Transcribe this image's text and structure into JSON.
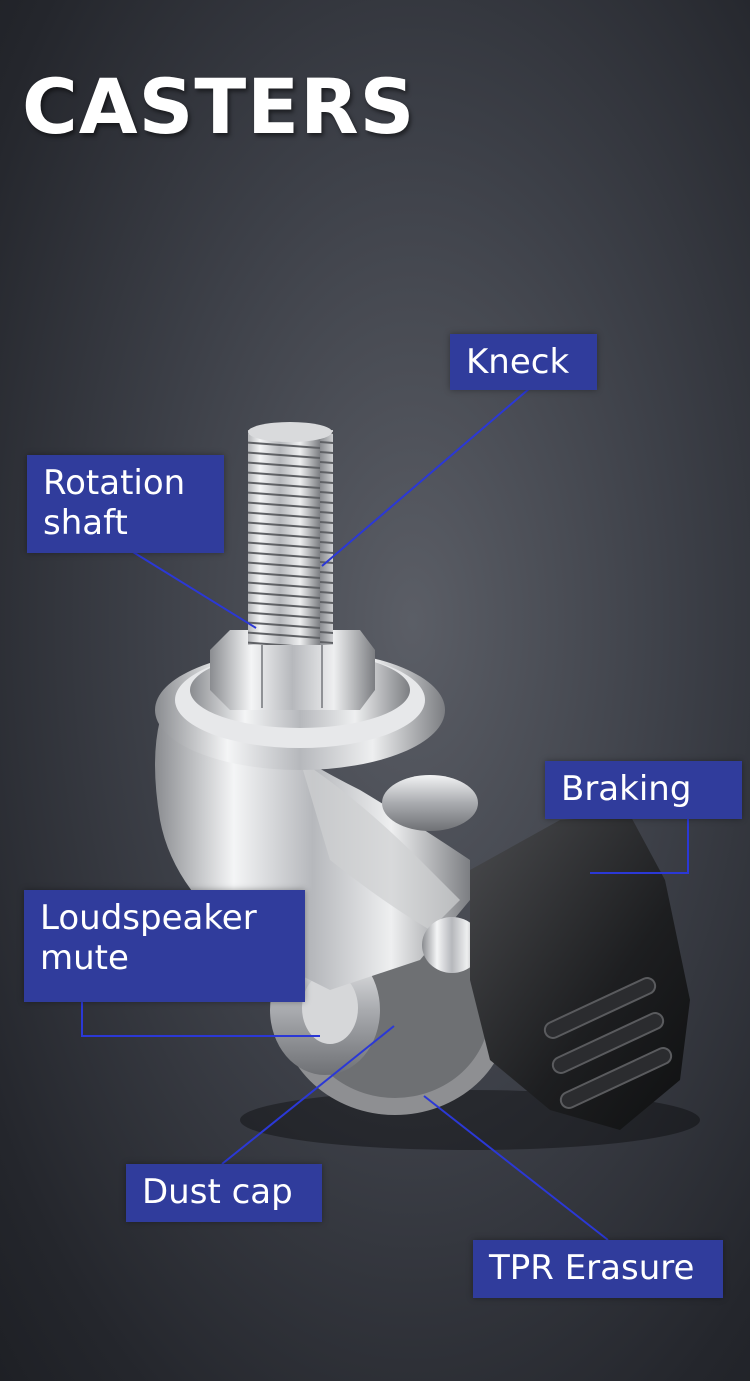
{
  "title": "CASTERS",
  "labels": {
    "kneck": "Kneck",
    "rotation_shaft": "Rotation shaft",
    "braking": "Braking",
    "loudspeaker_mute": "Loudspeaker mute",
    "dust_cap": "Dust cap",
    "tpr_erasure": "TPR Erasure"
  },
  "colors": {
    "label_background": "#303c9c",
    "callout_line": "#2b38d6",
    "background": "#3d4048"
  }
}
